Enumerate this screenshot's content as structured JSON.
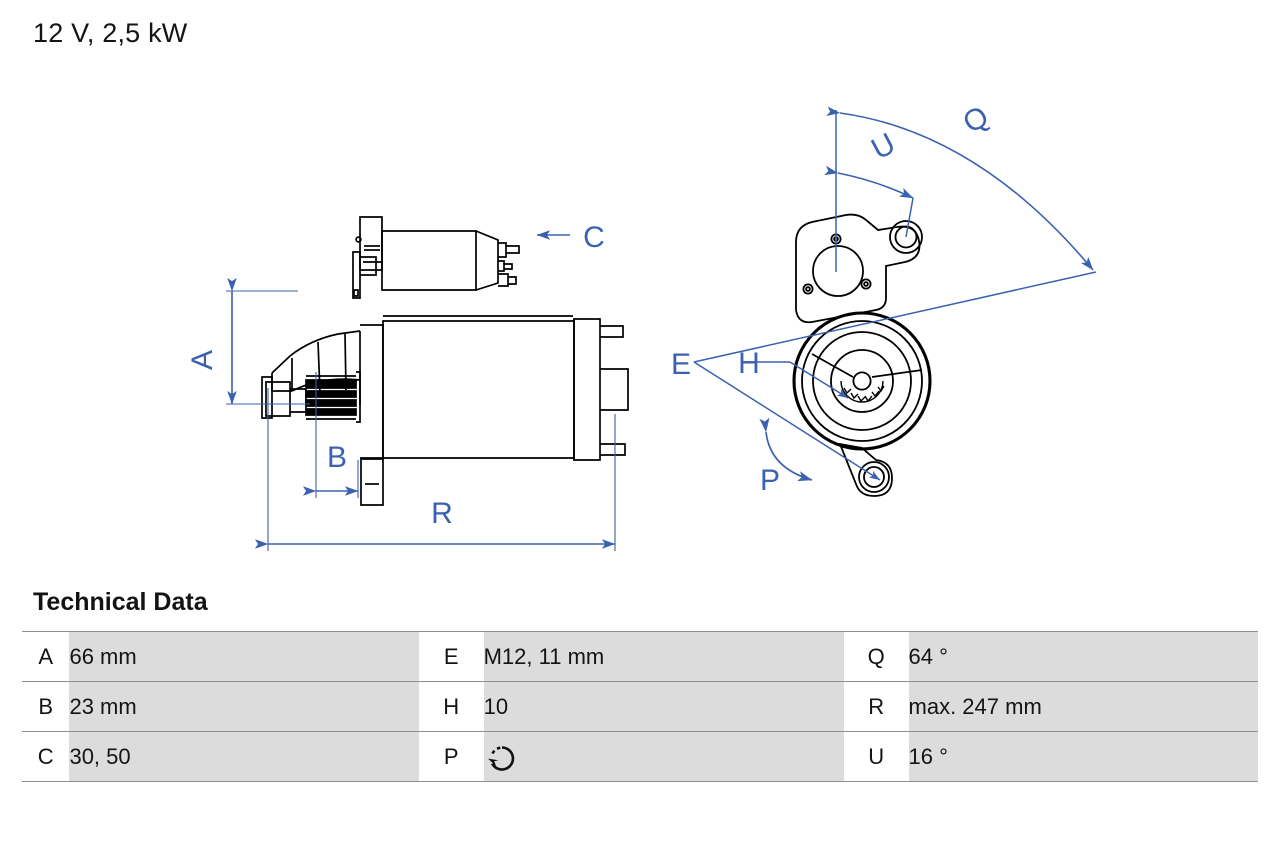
{
  "title": "12 V, 2,5 kW",
  "section": {
    "heading": "Technical Data"
  },
  "drawing": {
    "side_view_labels": {
      "a": "A",
      "b": "B",
      "c": "C",
      "r": "R"
    },
    "front_view_labels": {
      "e": "E",
      "h": "H",
      "p": "P",
      "q": "Q",
      "u": "U"
    },
    "colors": {
      "dimension_blue": "#3a62b0",
      "outline_black": "#000000",
      "background": "#ffffff"
    }
  },
  "table": {
    "rows": [
      {
        "k1": "A",
        "v1": "66 mm",
        "k2": "E",
        "v2": "M12, 11 mm",
        "k3": "Q",
        "v3": "64 °"
      },
      {
        "k1": "B",
        "v1": "23 mm",
        "k2": "H",
        "v2": "10",
        "k3": "R",
        "v3": "max. 247 mm"
      },
      {
        "k1": "C",
        "v1": "30, 50",
        "k2": "P",
        "v2": "",
        "k3": "U",
        "v3": "16 °"
      }
    ],
    "p_value_icon": "rotation-ccw-icon",
    "colors": {
      "value_cell_bg": "#dcdcdc",
      "key_cell_bg": "#ffffff",
      "rule": "#8e8e8e"
    }
  }
}
